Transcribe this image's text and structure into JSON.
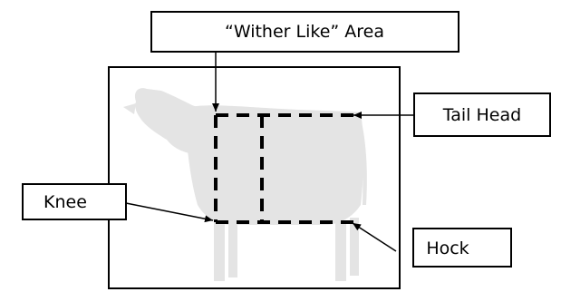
{
  "labels": {
    "wither": "“Wither Like” Area",
    "tail_head": "Tail Head",
    "knee": "Knee",
    "hock": "Hock"
  },
  "colors": {
    "line": "#000000",
    "cow_fill": "#e4e4e4",
    "background": "#ffffff"
  }
}
